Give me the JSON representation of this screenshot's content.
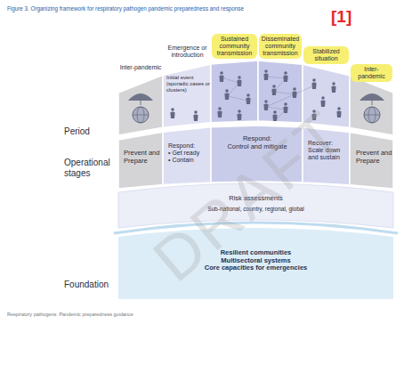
{
  "diagram": {
    "title": "Figure 3. Organizing framework for respiratory pathogen pandemic preparedness and response",
    "caption": "Respiratory pathogens: Pandemic preparedness guidance",
    "nodes": [
      {
        "text": [
          "Inter-pandemic"
        ]
      },
      {
        "text": [
          "Emergence or introduction",
          "Initial event (sporadic cases or clusters)"
        ]
      },
      {
        "text": [
          "Sustained community transmission"
        ]
      },
      {
        "text": [
          "Disseminated community transmission"
        ]
      },
      {
        "text": [
          "Stabilized situation"
        ]
      },
      {
        "text": [
          "Inter-pandemic"
        ]
      },
      {
        "text": [
          "Prevent and Prepare"
        ]
      },
      {
        "text": [
          "Respond:",
          "• Get ready",
          "• Contain"
        ]
      },
      {
        "text": [
          "Respond:",
          "Control and mitigate"
        ]
      },
      {
        "text": [
          "Recover:",
          "Scale down and sustain"
        ]
      },
      {
        "text": [
          "Prevent and Prepare"
        ]
      },
      {
        "text": [
          "Risk assessments",
          "Sub-national, country, regional, global"
        ]
      },
      {
        "text": [
          "Resilient communities",
          "Multisectoral systems",
          "Core capacities for emergencies"
        ]
      }
    ],
    "labels": [
      "[1]",
      "Period",
      "Operational stages",
      "Foundation",
      "DRAFT"
    ]
  }
}
